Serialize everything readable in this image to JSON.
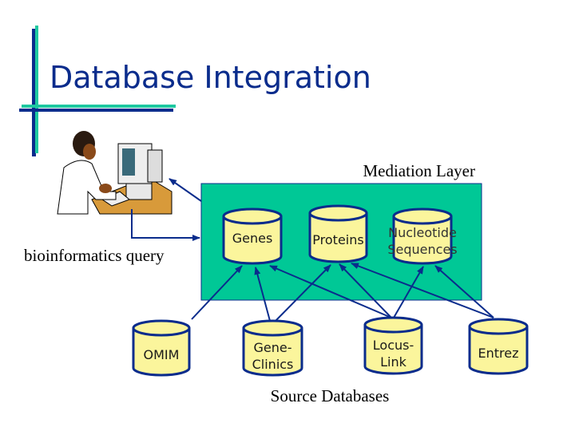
{
  "title": "Database Integration",
  "mediation_label": "Mediation Layer",
  "query_label": "bioinformatics query",
  "source_label": "Source Databases",
  "mediation_dbs": [
    [
      "Genes"
    ],
    [
      "Proteins"
    ],
    [
      "Nucleotide",
      "Sequences"
    ]
  ],
  "source_dbs": [
    [
      "OMIM"
    ],
    [
      "Gene-",
      "Clinics"
    ],
    [
      "Locus-",
      "Link"
    ],
    [
      "Entrez"
    ]
  ],
  "colors": {
    "title": "#0a2c8c",
    "accent_teal": "#1ec8a0",
    "mediation_box": "#00c896",
    "cylinder": "#fbf59c",
    "arrow": "#0a2c8c"
  }
}
